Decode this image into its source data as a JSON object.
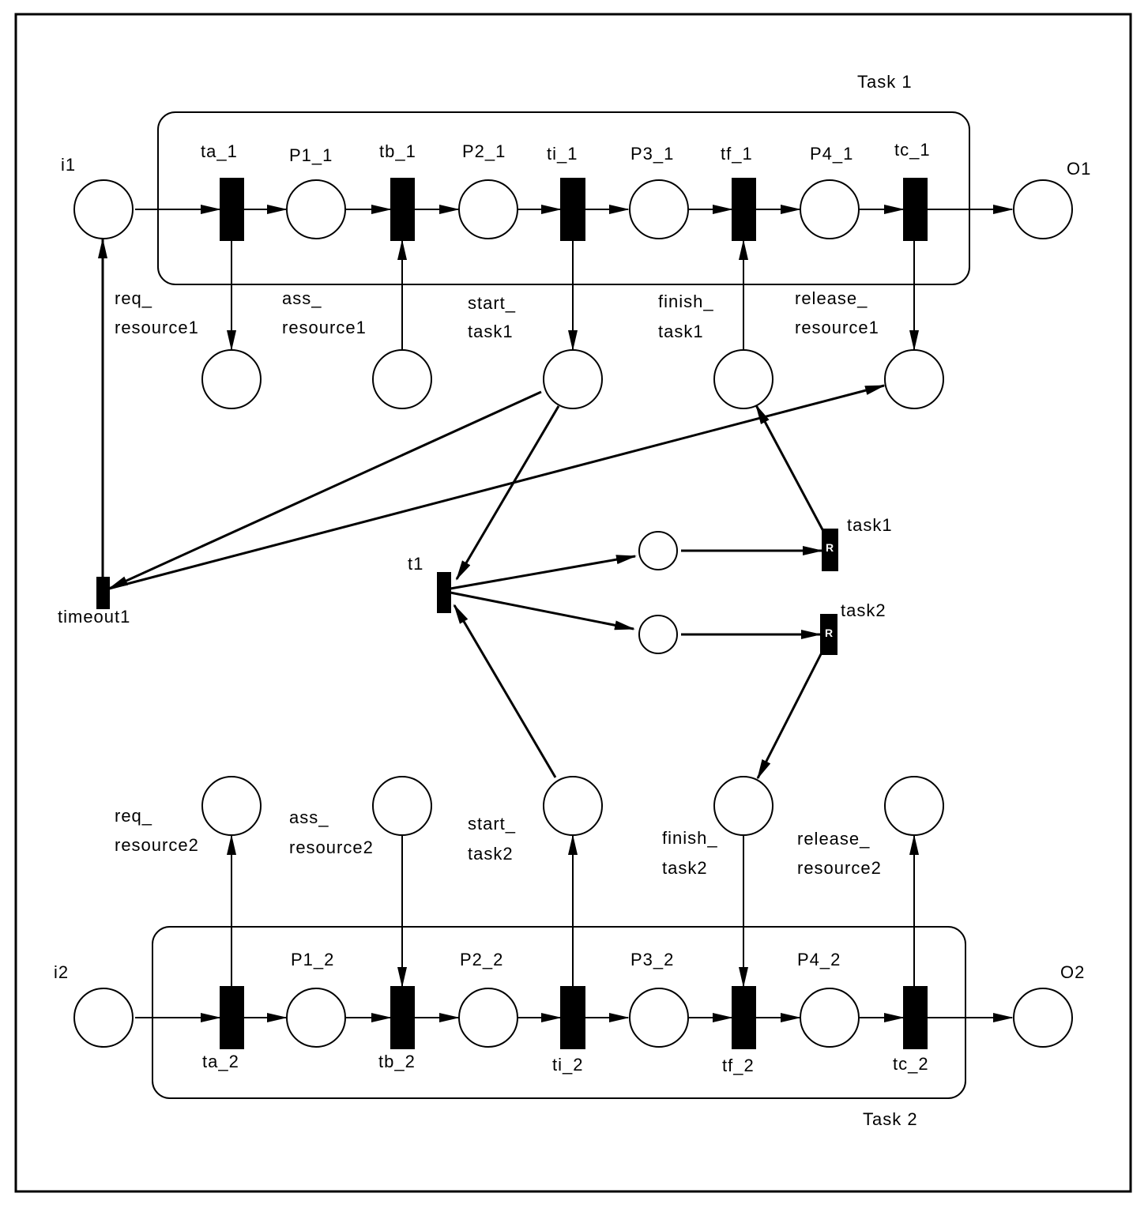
{
  "groups": {
    "task1": "Task 1",
    "task2": "Task 2"
  },
  "places": {
    "i1": "i1",
    "o1": "O1",
    "i2": "i2",
    "o2": "O2",
    "p1_1": "P1_1",
    "p2_1": "P2_1",
    "p3_1": "P3_1",
    "p4_1": "P4_1",
    "p1_2": "P1_2",
    "p2_2": "P2_2",
    "p3_2": "P3_2",
    "p4_2": "P4_2"
  },
  "transitions": {
    "ta_1": "ta_1",
    "tb_1": "tb_1",
    "ti_1": "ti_1",
    "tf_1": "tf_1",
    "tc_1": "tc_1",
    "ta_2": "ta_2",
    "tb_2": "tb_2",
    "ti_2": "ti_2",
    "tf_2": "tf_2",
    "tc_2": "tc_2",
    "t1": "t1",
    "timeout1": "timeout1",
    "task1": "task1",
    "task2": "task2",
    "r_marker": "R"
  },
  "interface1": {
    "req_a": "req_",
    "req_b": "resource1",
    "ass_a": "ass_",
    "ass_b": "resource1",
    "start_a": "start_",
    "start_b": "task1",
    "finish_a": "finish_",
    "finish_b": "task1",
    "release_a": "release_",
    "release_b": "resource1"
  },
  "interface2": {
    "req_a": "req_",
    "req_b": "resource2",
    "ass_a": "ass_",
    "ass_b": "resource2",
    "start_a": "start_",
    "start_b": "task2",
    "finish_a": "finish_",
    "finish_b": "task2",
    "release_a": "release_",
    "release_b": "resource2"
  }
}
